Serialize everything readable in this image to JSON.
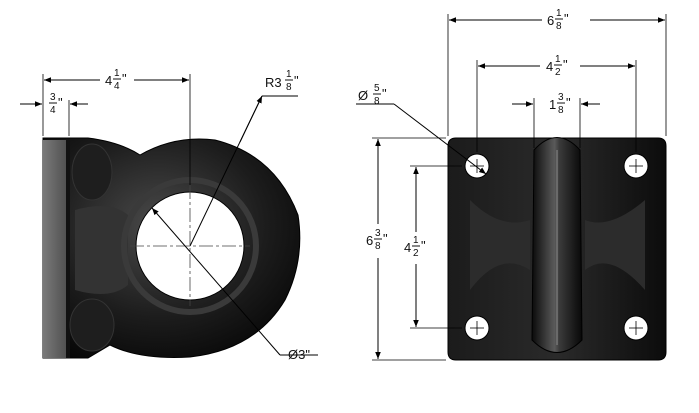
{
  "side_view": {
    "dim_width": {
      "whole": "4",
      "num": "1",
      "den": "4",
      "unit": "\""
    },
    "dim_flange": {
      "num": "3",
      "den": "4",
      "unit": "\""
    },
    "dim_radius": {
      "prefix": "R3",
      "num": "1",
      "den": "8",
      "unit": "\""
    },
    "dim_hole": {
      "text": "Ø3\""
    }
  },
  "front_view": {
    "dim_overall_width": {
      "whole": "6",
      "num": "1",
      "den": "8",
      "unit": "\""
    },
    "dim_bolt_spacing_h": {
      "whole": "4",
      "num": "1",
      "den": "2",
      "unit": "\""
    },
    "dim_ring_width": {
      "whole": "1",
      "num": "3",
      "den": "8",
      "unit": "\""
    },
    "dim_bolt_hole": {
      "prefix": "Ø",
      "num": "5",
      "den": "8",
      "unit": "\""
    },
    "dim_overall_height": {
      "whole": "6",
      "num": "3",
      "den": "8",
      "unit": "\""
    },
    "dim_bolt_spacing_v": {
      "whole": "4",
      "num": "1",
      "den": "2",
      "unit": "\""
    }
  },
  "colors": {
    "part_dark": "#111111",
    "part_mid": "#2e2e2e",
    "flange_gray": "#6d6d6d"
  }
}
